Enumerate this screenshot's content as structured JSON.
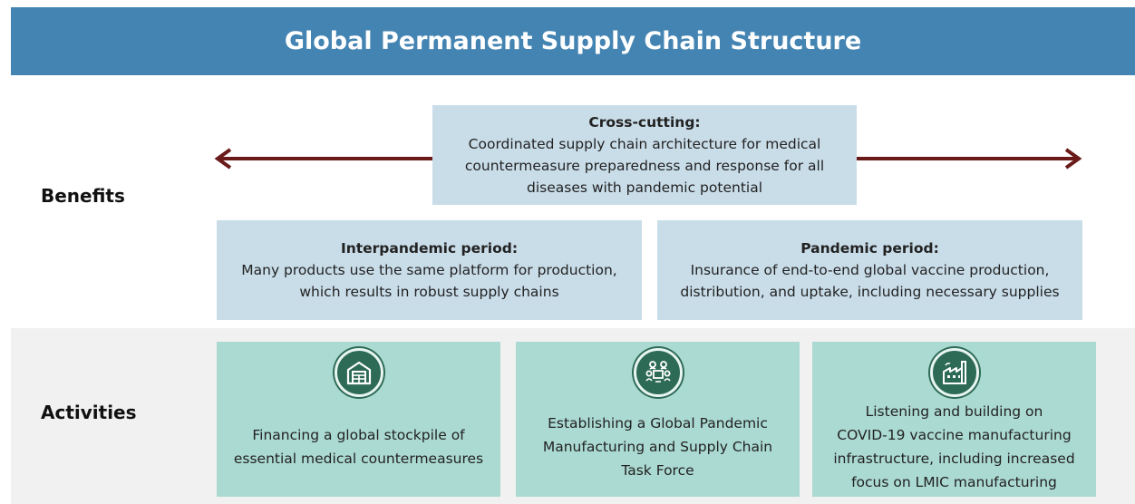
{
  "header": {
    "title": "Global Permanent Supply Chain Structure"
  },
  "sections": {
    "benefits": "Benefits",
    "activities": "Activities"
  },
  "benefits": {
    "cross_cutting": {
      "title": "Cross-cutting:",
      "lines": [
        "Coordinated supply chain architecture for medical",
        "countermeasure preparedness and response for all",
        "diseases with pandemic potential"
      ]
    },
    "interpandemic": {
      "title": "Interpandemic period:",
      "lines": [
        "Many products use the same platform for production,",
        "which results in robust supply chains"
      ]
    },
    "pandemic": {
      "title": "Pandemic period:",
      "lines": [
        "Insurance of end-to-end global vaccine production,",
        "distribution, and uptake, including necessary supplies"
      ]
    }
  },
  "activities": [
    {
      "icon": "warehouse-icon",
      "lines": [
        "Financing a global stockpile of",
        "essential medical countermeasures"
      ]
    },
    {
      "icon": "team-meeting-icon",
      "lines": [
        "Establishing a Global Pandemic",
        "Manufacturing and Supply Chain",
        "Task Force"
      ]
    },
    {
      "icon": "factory-icon",
      "lines": [
        "Listening and building on",
        "COVID-19 vaccine manufacturing",
        "infrastructure, including increased",
        "focus on LMIC manufacturing"
      ]
    }
  ],
  "colors": {
    "header_bg": "#4484b2",
    "benefit_box": "#c9dde9",
    "activity_box": "#abdad2",
    "icon_fill": "#2e6b56",
    "arrow": "#6b1a1a",
    "activities_band": "#f1f1f1"
  }
}
